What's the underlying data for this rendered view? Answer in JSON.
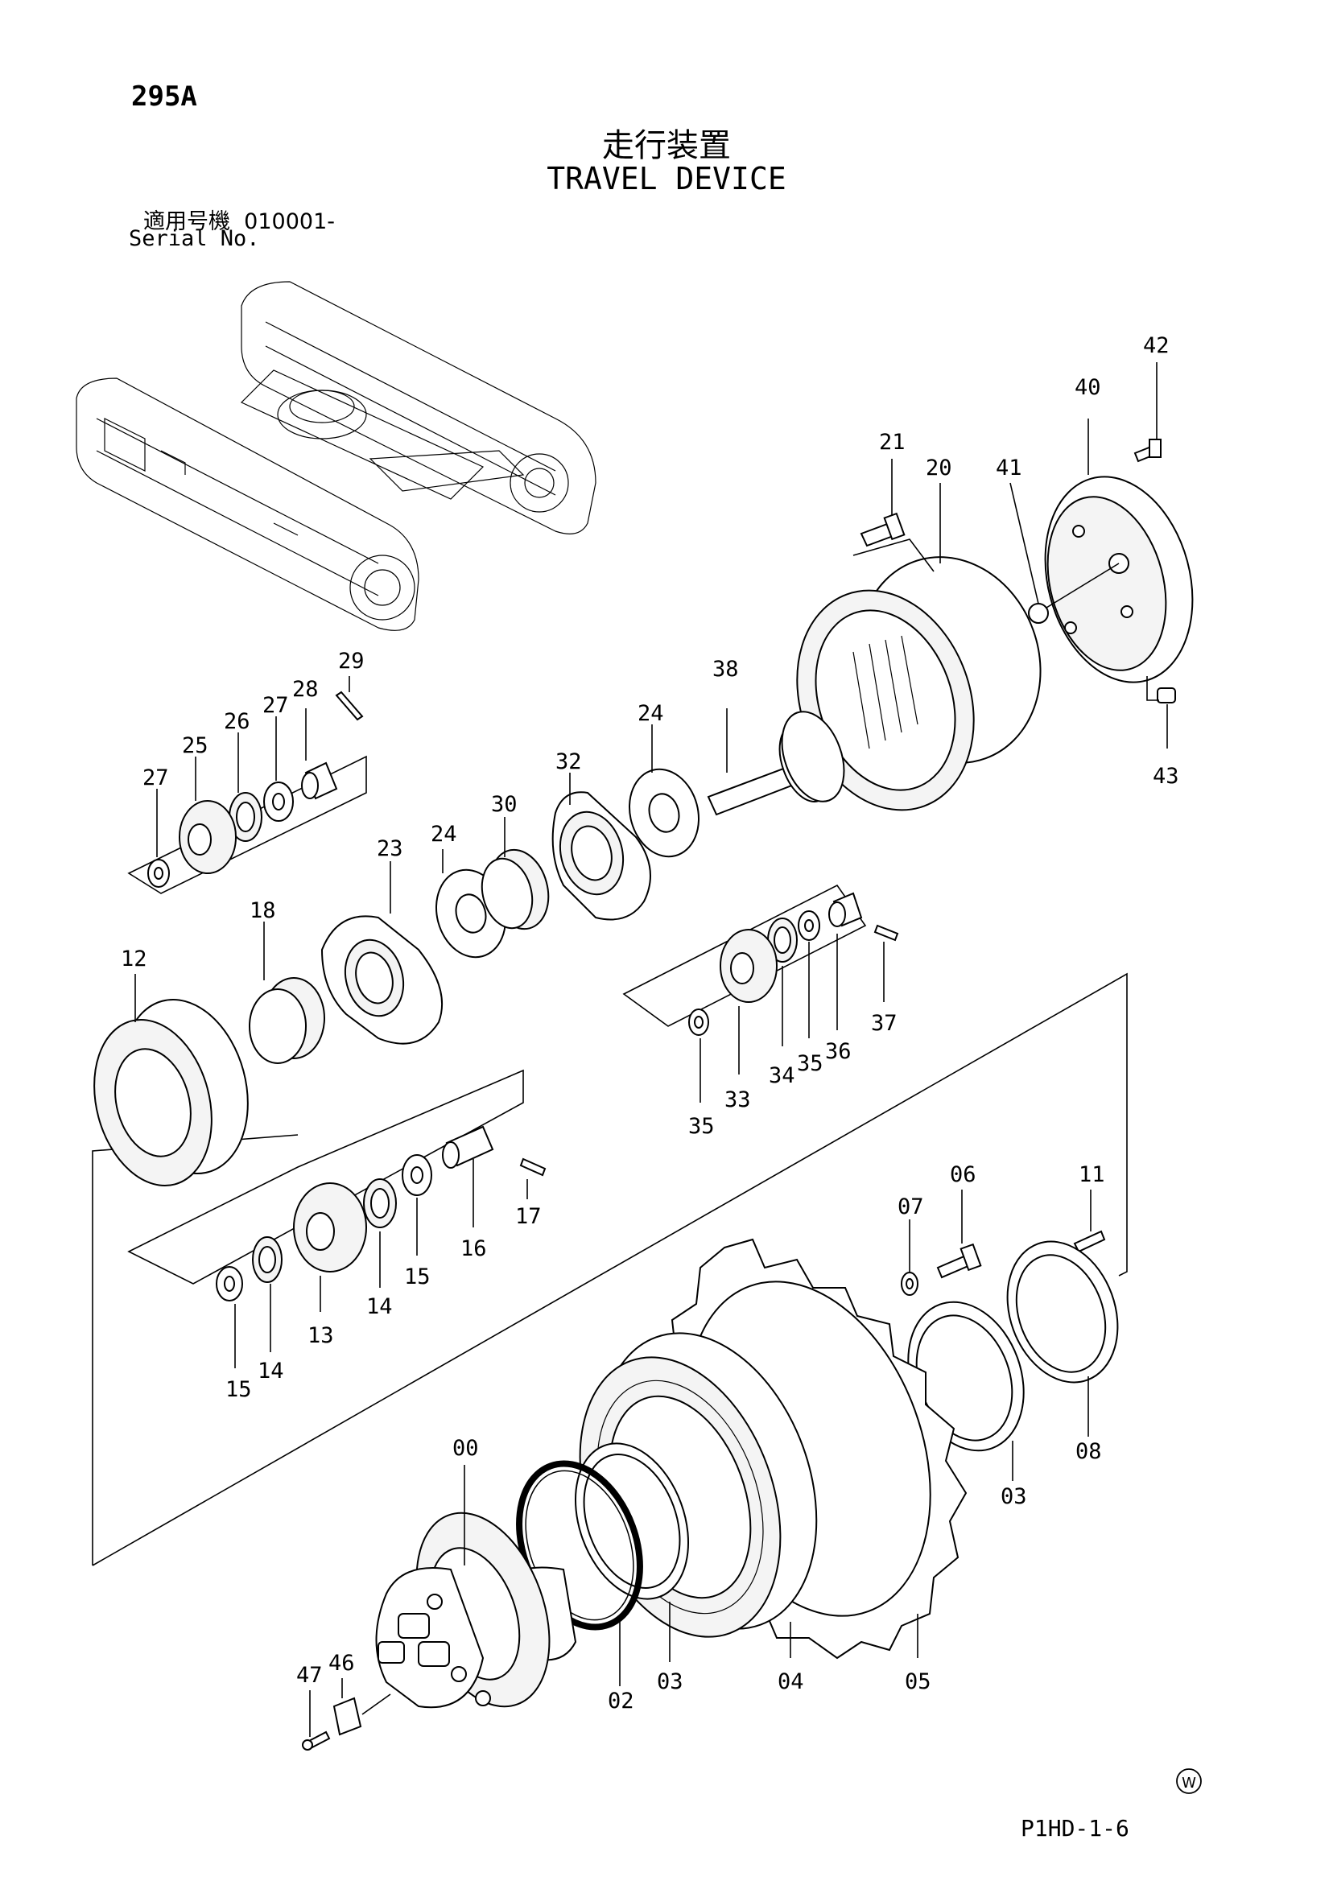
{
  "page_code": "295A",
  "title_jp": "走行装置",
  "title_en": "TRAVEL DEVICE",
  "serial_label_jp": "適用号機",
  "serial_value": "010001-",
  "serial_label_en": "Serial No.",
  "footer_code": "P1HD-1-6",
  "watermark_symbol": "W",
  "callouts": {
    "c42": "42",
    "c40": "40",
    "c21": "21",
    "c20": "20",
    "c41": "41",
    "c43": "43",
    "c29": "29",
    "c28": "28",
    "c27a": "27",
    "c26": "26",
    "c25": "25",
    "c27b": "27",
    "c38": "38",
    "c24a": "24",
    "c32": "32",
    "c30": "30",
    "c24b": "24",
    "c23": "23",
    "c18": "18",
    "c12": "12",
    "c37": "37",
    "c36": "36",
    "c35a": "35",
    "c34": "34",
    "c33": "33",
    "c35b": "35",
    "c17": "17",
    "c16": "16",
    "c15a": "15",
    "c14a": "14",
    "c13": "13",
    "c14b": "14",
    "c15b": "15",
    "c06": "06",
    "c11": "11",
    "c07": "07",
    "c08": "08",
    "c03a": "03",
    "c00": "00",
    "c02": "02",
    "c03b": "03",
    "c04": "04",
    "c05": "05",
    "c47": "47",
    "c46": "46"
  }
}
